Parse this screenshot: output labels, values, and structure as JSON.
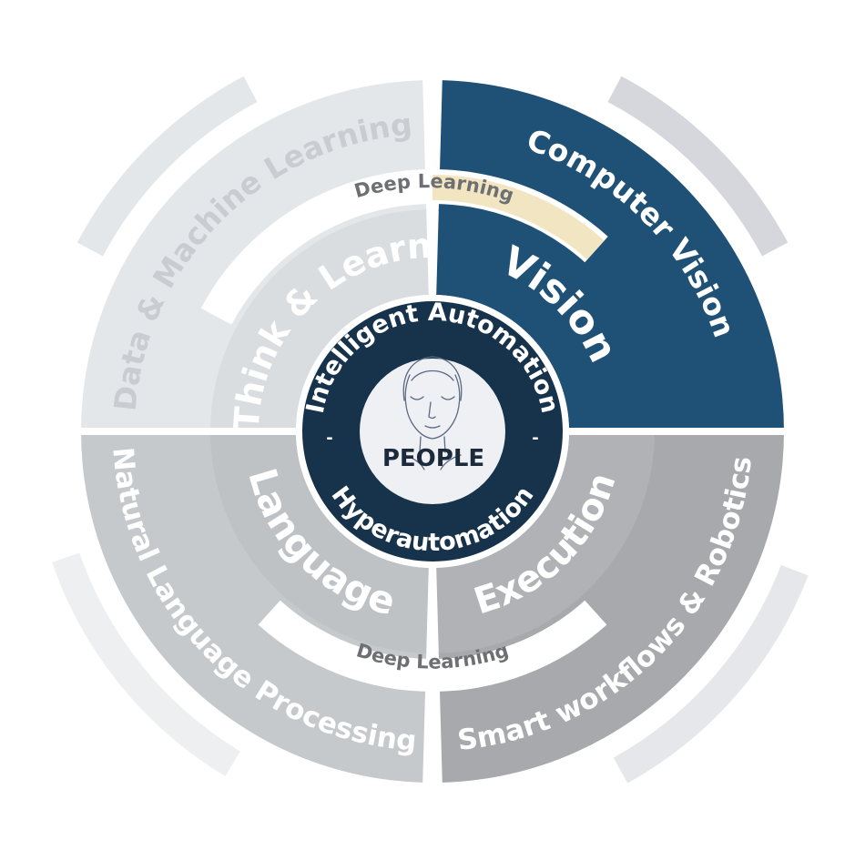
{
  "center": {
    "top_text": "Intelligent Automation",
    "bottom_text": "Hyperautomation",
    "separator": "-",
    "core_label": "PEOPLE",
    "core_icon": "face-icon"
  },
  "inner_ring": {
    "top_left": "Think & Learn",
    "top_right": "Vision",
    "bottom_left": "Language",
    "bottom_right": "Execution"
  },
  "outer_ring": {
    "top_left": "Data & Machine Learning",
    "top_right": "Computer Vision",
    "bottom_left": "Natural Language Processing",
    "bottom_right": "Smart workflows & Robotics"
  },
  "connectors": {
    "top": "Deep Learning",
    "bottom": "Deep Learning"
  },
  "colors": {
    "highlight_navy": "#1f5176",
    "core_navy": "#17324b",
    "gold": "#f2e6c2",
    "tl_outer": "#e4e7ea",
    "tl_inner": "#dadde0",
    "tr_arc": "#d6d7dc",
    "bl_outer": "#c6c9cc",
    "bl_inner": "#bfc2c5",
    "br_inner": "#b0b2b5",
    "br_outer": "#a7a9ac",
    "bl_arc": "#eeeff1",
    "br_arc": "#e6e7ea"
  }
}
